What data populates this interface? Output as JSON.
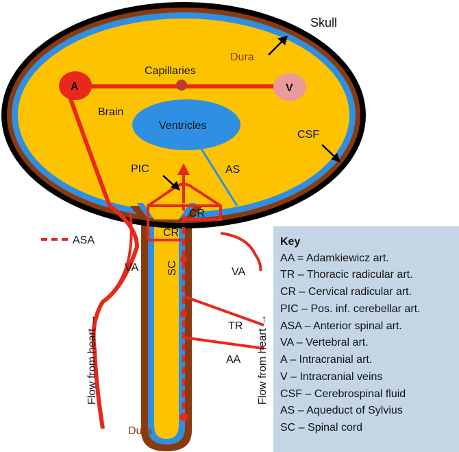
{
  "colors": {
    "skull": "#000000",
    "dura": "#8b3a0e",
    "csf": "#2e8fe3",
    "brain": "#fdc300",
    "artery": "#e8281b",
    "vein": "#e99a9a",
    "key_background": "#c4d6e6"
  },
  "labels": {
    "skull": "Skull",
    "dura_top": "Dura",
    "dura_bottom": "Dura",
    "capillaries": "Capillaries",
    "brain": "Brain",
    "ventricles": "Ventricles",
    "csf": "CSF",
    "pic": "PIC",
    "as": "AS",
    "cr_top": "CR",
    "cr_left": "CR",
    "sc": "SC",
    "tr": "TR",
    "aa": "AA",
    "va_left": "VA",
    "va_right": "VA",
    "asa": "ASA",
    "artery_node": "A",
    "vein_node": "V",
    "flow_left": "Flow from heart →",
    "flow_right": "Flow from heart →"
  },
  "key": {
    "title": "Key",
    "entries": [
      "AA = Adamkiewicz art.",
      "TR – Thoracic radicular art.",
      "CR – Cervical radicular art.",
      "PIC – Pos. inf. cerebellar art.",
      "ASA – Anterior spinal art.",
      "VA – Vertebral art.",
      "A – Intracranial art.",
      "V – Intracranial veins",
      "CSF – Cerebrospinal fluid",
      "AS – Aqueduct of Sylvius",
      "SC – Spinal cord"
    ]
  }
}
